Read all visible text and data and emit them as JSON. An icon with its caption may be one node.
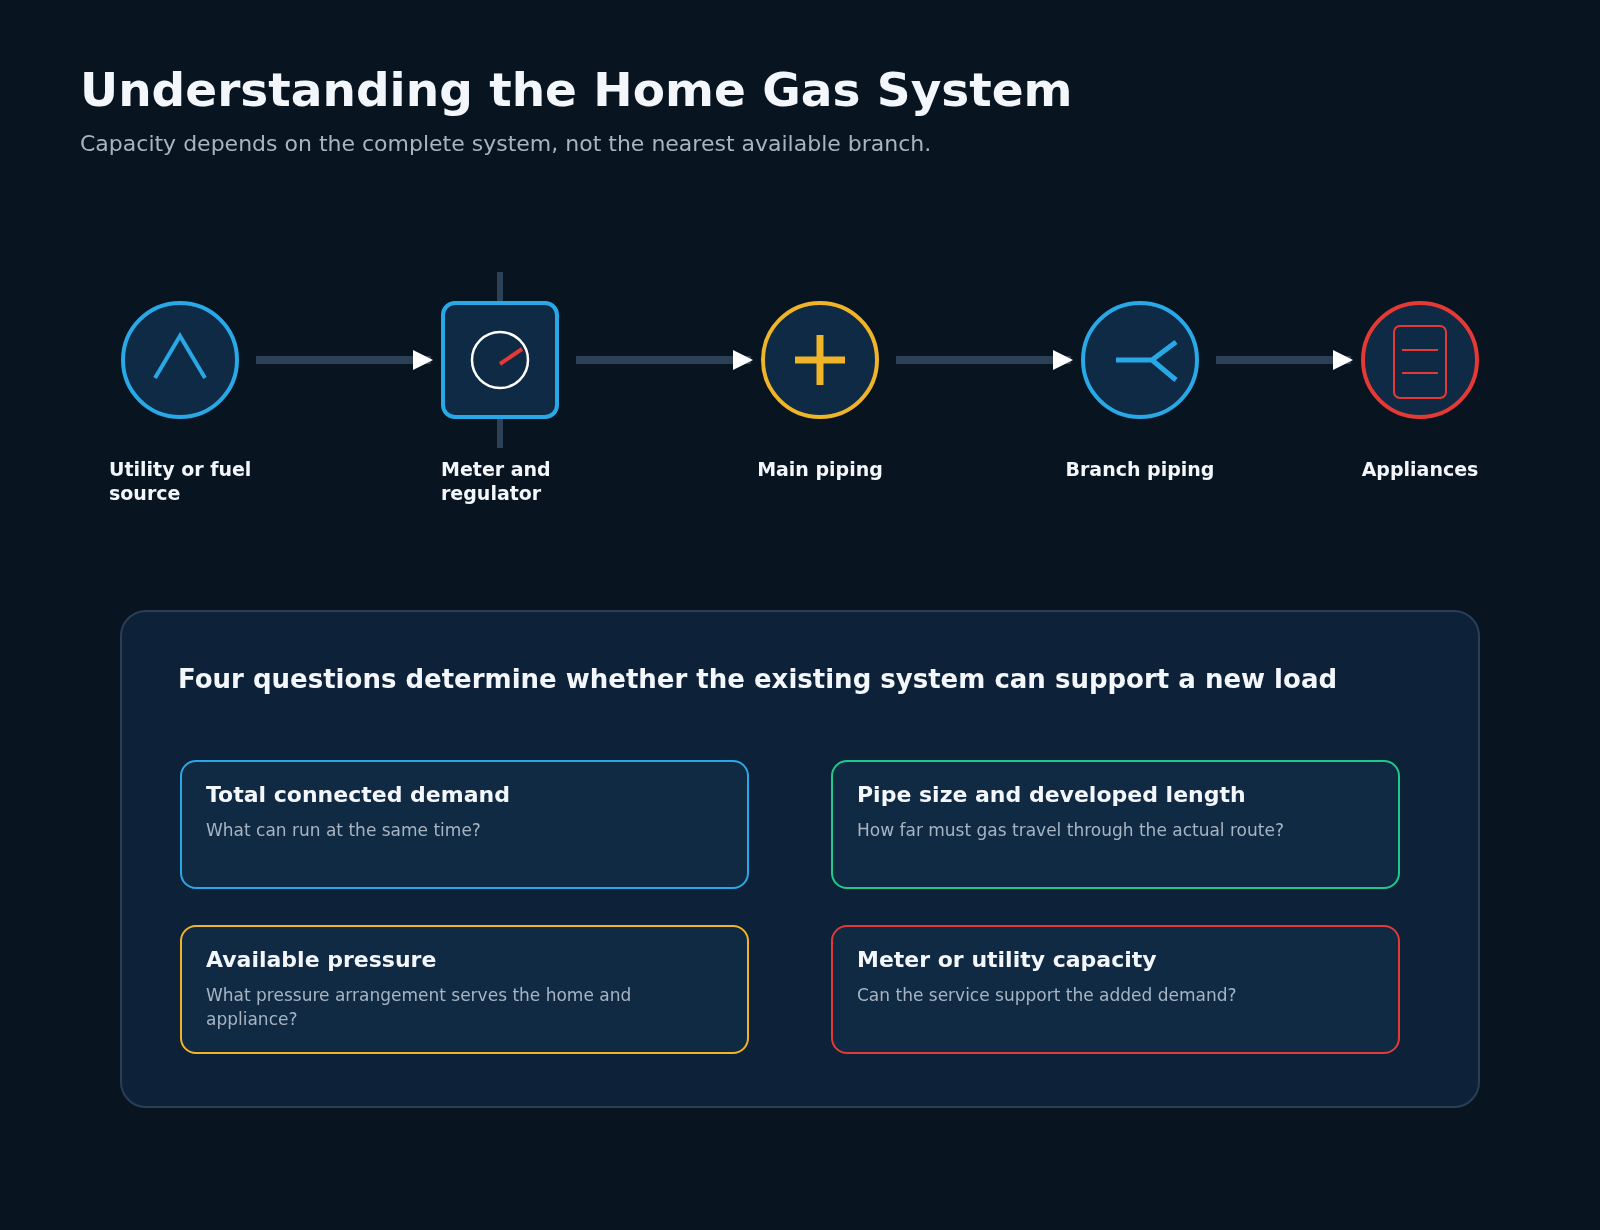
{
  "diagram": {
    "title": "Understanding the Home Gas System",
    "caption": "Capacity depends on the complete system, not the nearest available branch.",
    "nodes": [
      {
        "text": [
          "Utility or fuel source"
        ]
      },
      {
        "text": [
          "Meter and regulator"
        ]
      },
      {
        "text": [
          "Main piping"
        ]
      },
      {
        "text": [
          "Branch piping"
        ]
      },
      {
        "text": [
          "Appliances"
        ]
      },
      {
        "text": [
          "Four questions determine whether the existing system can support a new load"
        ]
      },
      {
        "text": [
          "Total connected demand",
          "What can run at the same time?"
        ],
        "in": 5
      },
      {
        "text": [
          "Pipe size and developed length",
          "How far must gas travel through the actual route?"
        ],
        "in": 5
      },
      {
        "text": [
          "Available pressure",
          "What pressure arrangement serves the home and appliance?"
        ],
        "in": 5
      },
      {
        "text": [
          "Meter or utility capacity",
          "Can the service support the added demand?"
        ],
        "in": 5
      }
    ],
    "edges": [
      {
        "from": 0,
        "to": 1,
        "arrow": "to"
      },
      {
        "from": 1,
        "to": 2,
        "arrow": "to"
      },
      {
        "from": 2,
        "to": 3,
        "arrow": "to"
      },
      {
        "from": 3,
        "to": 4,
        "arrow": "to"
      }
    ]
  }
}
